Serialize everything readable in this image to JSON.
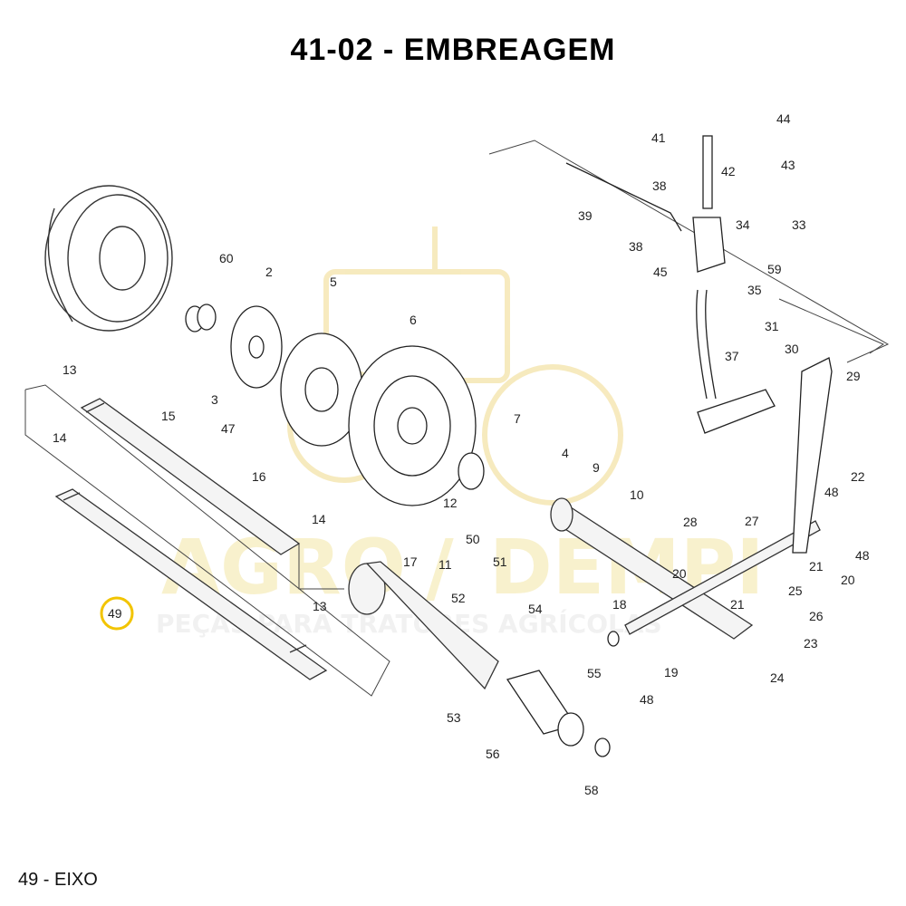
{
  "title": "41-02 - EMBREAGEM",
  "caption": "49 - EIXO",
  "highlight": {
    "part": "49",
    "color": "#f2c400"
  },
  "watermark": {
    "brand": "AGRODEMPI",
    "brand_left": "AGRO",
    "brand_slash": "/",
    "brand_right": "DEMPI",
    "tagline": "PEÇAS PARA TRATORES AGRÍCOLAS",
    "color": "#f3e6a6"
  },
  "part_labels": [
    "2",
    "3",
    "4",
    "5",
    "6",
    "7",
    "9",
    "10",
    "11",
    "12",
    "13",
    "13",
    "14",
    "14",
    "15",
    "16",
    "17",
    "18",
    "19",
    "20",
    "20",
    "21",
    "21",
    "22",
    "23",
    "24",
    "25",
    "26",
    "27",
    "28",
    "29",
    "30",
    "31",
    "33",
    "34",
    "35",
    "37",
    "38",
    "38",
    "39",
    "41",
    "42",
    "43",
    "44",
    "45",
    "47",
    "48",
    "48",
    "48",
    "49",
    "50",
    "51",
    "52",
    "53",
    "54",
    "55",
    "56",
    "58",
    "59",
    "60"
  ]
}
